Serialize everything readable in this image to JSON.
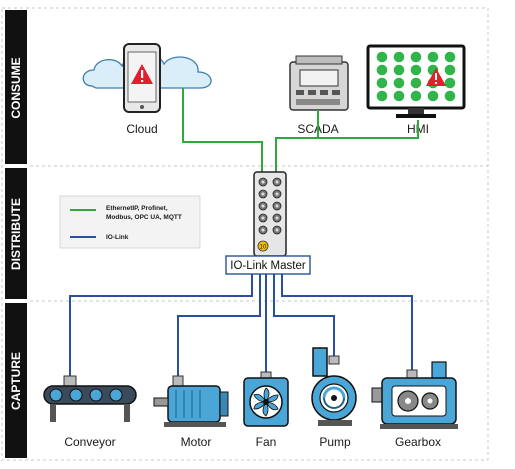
{
  "bands": {
    "consume": "CONSUME",
    "distribute": "DISTRIBUTE",
    "capture": "CAPTURE"
  },
  "consume": {
    "cloud_label": "Cloud",
    "scada_label": "SCADA",
    "hmi_label": "HMI"
  },
  "legend": {
    "ethernet_line1": "EthernetIP, Profinet,",
    "ethernet_line2": "Modbus, OPC UA, MQTT",
    "iolink": "IO-Link"
  },
  "master": {
    "label": "IO-Link Master",
    "badge": "10"
  },
  "capture": {
    "conveyor": "Conveyor",
    "motor": "Motor",
    "fan": "Fan",
    "pump": "Pump",
    "gearbox": "Gearbox"
  },
  "colors": {
    "ethernet_line": "#2eaa3a",
    "iolink_line": "#2b4fa0",
    "band_bg": "#111111",
    "device_blue": "#4aa6d6",
    "hmi_green": "#2fb54a",
    "alert_red": "#e0202a",
    "cloud_fill": "#d9eef8"
  }
}
